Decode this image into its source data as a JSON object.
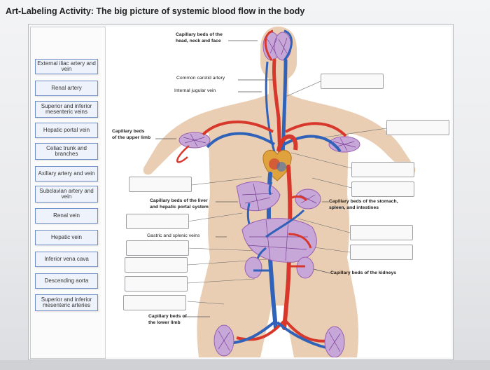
{
  "title": "Art-Labeling Activity: The big picture of systemic blood flow in the body",
  "choices": [
    "External iliac artery and vein",
    "Renal artery",
    "Superior and inferior mesenteric veins",
    "Hepatic portal vein",
    "Celiac trunk and branches",
    "Axillary artery and vein",
    "Subclavian artery and vein",
    "Renal vein",
    "Hepatic vein",
    "Inferior vena cava",
    "Descending aorta",
    "Superior and inferior mesenteric arteries"
  ],
  "labels": {
    "head": "Capillary beds of the head, neck and face",
    "carotid": "Common carotid artery",
    "jugular": "Internal jugular vein",
    "upper_limb": "Capillary beds of the upper limb",
    "liver": "Capillary beds of the liver and hepatic portal system",
    "gastric": "Gastric and splenic veins",
    "stomach": "Capillary beds of the stomach, spleen, and intestines",
    "kidneys": "Capillary beds of the kidneys",
    "lower_limb": "Capillary beds of the lower limb"
  },
  "colors": {
    "artery": "#d8382c",
    "vein": "#2f62b8",
    "capillary": "#9a5fb0",
    "skin": "#e5c6a7",
    "heart": "#d99a3a"
  }
}
